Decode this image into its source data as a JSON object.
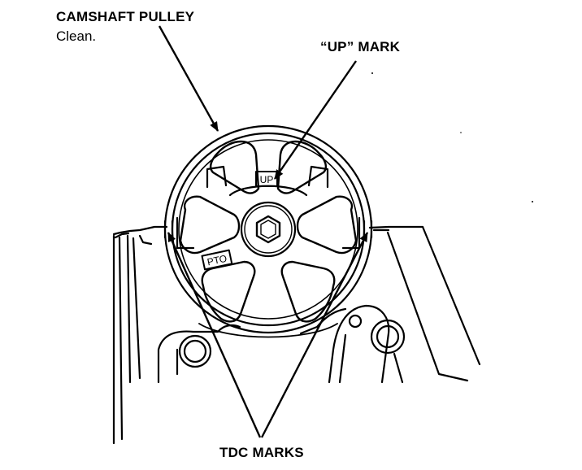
{
  "labels": {
    "camshaft_pulley": "CAMSHAFT PULLEY",
    "camshaft_note": "Clean.",
    "up_mark": "“UP” MARK",
    "tdc_marks": "TDC MARKS"
  },
  "pulley_marks": {
    "up": "UP",
    "pto": "PTO"
  },
  "colors": {
    "ink": "#000000",
    "paper": "#ffffff"
  }
}
